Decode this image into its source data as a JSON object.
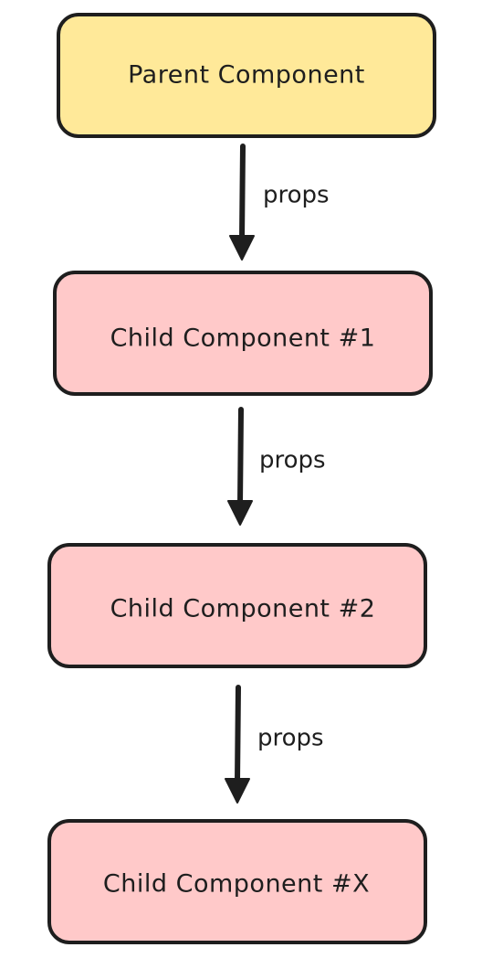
{
  "colors": {
    "parent_fill": "#ffe999",
    "child_fill": "#ffc9c9",
    "stroke": "#1e1e1e"
  },
  "nodes": [
    {
      "label": "Parent Component",
      "role": "parent"
    },
    {
      "label": "Child Component #1",
      "role": "child"
    },
    {
      "label": "Child Component #2",
      "role": "child"
    },
    {
      "label": "Child Component #X",
      "role": "child"
    }
  ],
  "edges": [
    {
      "from": 0,
      "to": 1,
      "label": "props"
    },
    {
      "from": 1,
      "to": 2,
      "label": "props"
    },
    {
      "from": 2,
      "to": 3,
      "label": "props"
    }
  ]
}
